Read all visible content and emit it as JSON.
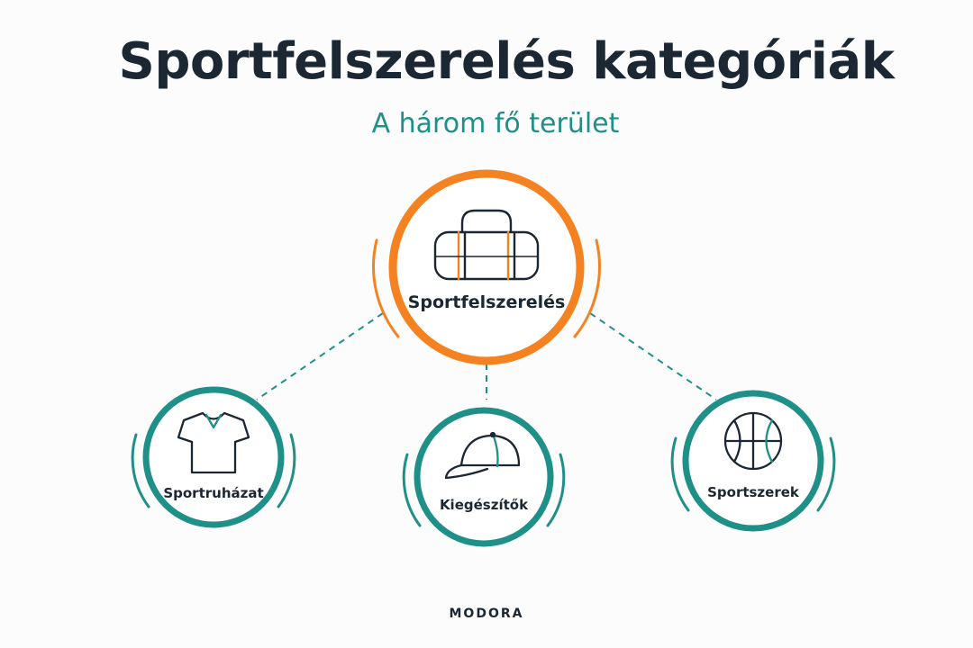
{
  "header": {
    "title": "Sportfelszerelés kategóriák",
    "subtitle": "A három fő terület"
  },
  "diagram": {
    "root": {
      "label": "Sportfelszerelés",
      "icon": "duffel-bag-icon"
    },
    "children": [
      {
        "label": "Sportruházat",
        "icon": "t-shirt-icon"
      },
      {
        "label": "Kiegészítők",
        "icon": "cap-icon"
      },
      {
        "label": "Sportszerek",
        "icon": "basketball-icon"
      }
    ]
  },
  "colors": {
    "orange": "#f58220",
    "teal": "#1f9088",
    "dark": "#1b2733",
    "background": "#fcfcfc"
  },
  "footer": {
    "brand": "MODORA"
  }
}
